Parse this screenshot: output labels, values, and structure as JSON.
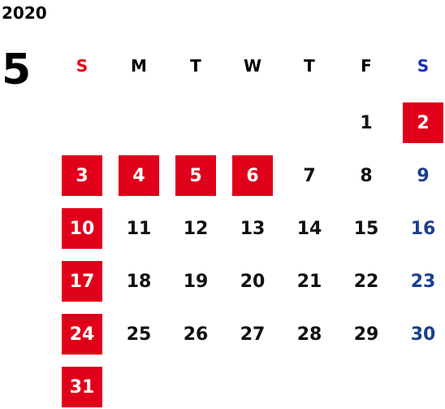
{
  "year": "2020",
  "month": "5",
  "colors": {
    "sunday_header": "#e60012",
    "saturday_header": "#1e2fbf",
    "saturday_text": "#1a3f8f",
    "holiday_bg": "#e0001a",
    "holiday_text": "#ffffff",
    "text": "#111111"
  },
  "weekdays": [
    {
      "label": "S",
      "kind": "sun"
    },
    {
      "label": "M",
      "kind": "wk"
    },
    {
      "label": "T",
      "kind": "wk"
    },
    {
      "label": "W",
      "kind": "wk"
    },
    {
      "label": "T",
      "kind": "wk"
    },
    {
      "label": "F",
      "kind": "wk"
    },
    {
      "label": "S",
      "kind": "sat"
    }
  ],
  "weeks": [
    [
      null,
      null,
      null,
      null,
      null,
      {
        "day": "1"
      },
      {
        "day": "2",
        "holiday": true
      }
    ],
    [
      {
        "day": "3",
        "holiday": true
      },
      {
        "day": "4",
        "holiday": true
      },
      {
        "day": "5",
        "holiday": true
      },
      {
        "day": "6",
        "holiday": true
      },
      {
        "day": "7"
      },
      {
        "day": "8"
      },
      {
        "day": "9"
      }
    ],
    [
      {
        "day": "10",
        "holiday": true
      },
      {
        "day": "11"
      },
      {
        "day": "12"
      },
      {
        "day": "13"
      },
      {
        "day": "14"
      },
      {
        "day": "15"
      },
      {
        "day": "16"
      }
    ],
    [
      {
        "day": "17",
        "holiday": true
      },
      {
        "day": "18"
      },
      {
        "day": "19"
      },
      {
        "day": "20"
      },
      {
        "day": "21"
      },
      {
        "day": "22"
      },
      {
        "day": "23"
      }
    ],
    [
      {
        "day": "24",
        "holiday": true
      },
      {
        "day": "25"
      },
      {
        "day": "26"
      },
      {
        "day": "27"
      },
      {
        "day": "28"
      },
      {
        "day": "29"
      },
      {
        "day": "30"
      }
    ],
    [
      {
        "day": "31",
        "holiday": true
      },
      null,
      null,
      null,
      null,
      null,
      null
    ]
  ]
}
